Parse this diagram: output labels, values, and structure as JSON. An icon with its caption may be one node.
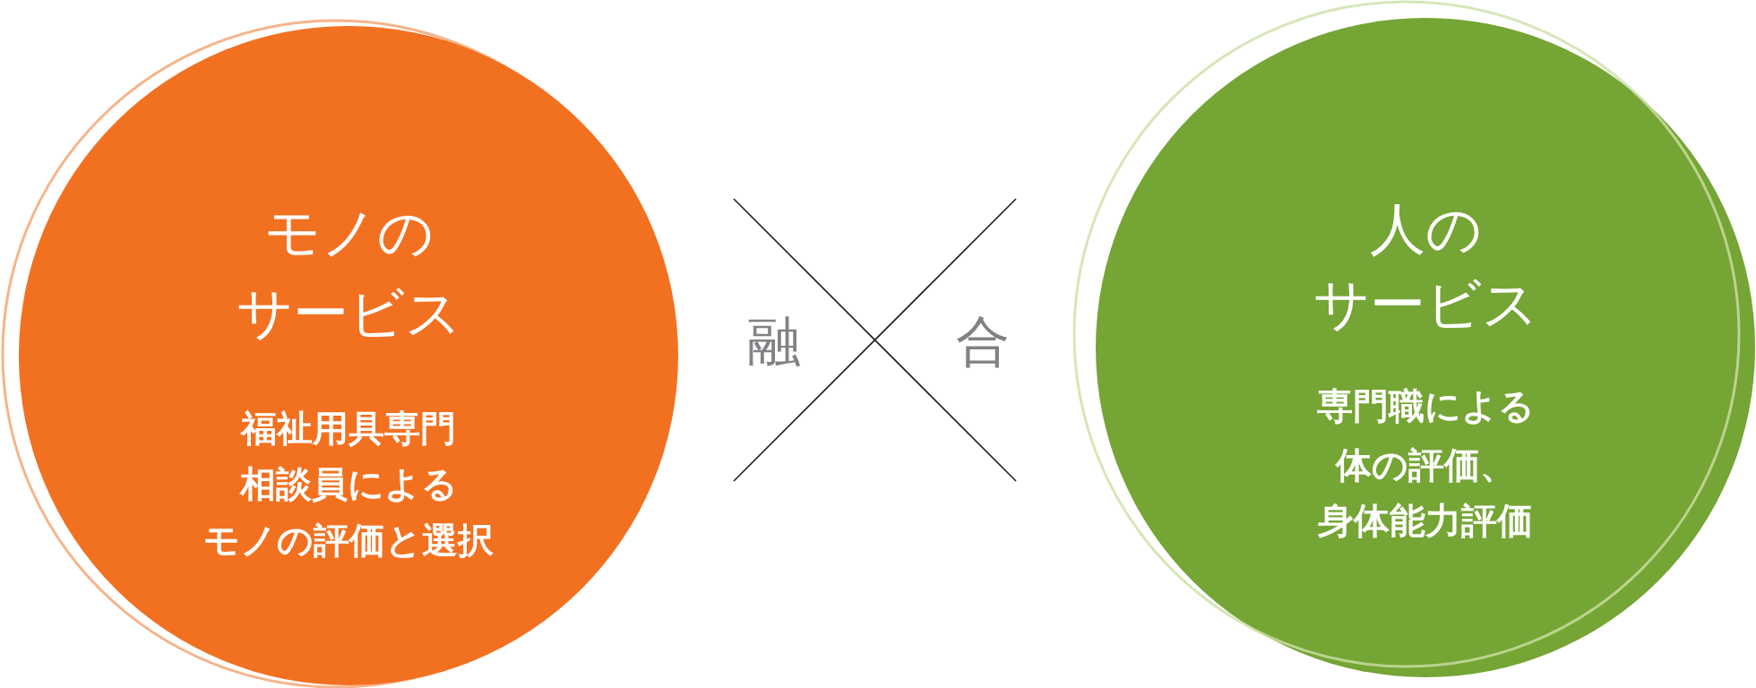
{
  "diagram": {
    "nodes": [
      {
        "text": [
          "モノの",
          "サービス",
          "福祉用具専門",
          "相談員による",
          "モノの評価と選択"
        ]
      },
      {
        "text": [
          "人の",
          "サービス",
          "専門職による",
          "体の評価、",
          "身体能力評価"
        ]
      }
    ],
    "labels": [
      "融",
      "合"
    ]
  }
}
